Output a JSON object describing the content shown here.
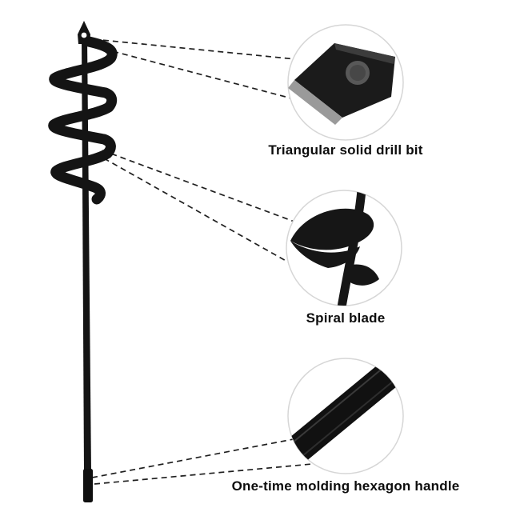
{
  "image": {
    "type": "product-callout-diagram",
    "subject": "garden auger drill bit",
    "callouts": [
      {
        "id": "drill-bit",
        "label": "Triangular solid drill bit"
      },
      {
        "id": "spiral-blade",
        "label": "Spiral blade"
      },
      {
        "id": "hexagon-handle",
        "label": "One-time molding hexagon handle"
      }
    ],
    "colors": {
      "background": "#ffffff",
      "product": "#141414",
      "label_text": "#0d0d0d",
      "callout_circle_border": "#d6d6d6",
      "leader_line": "#1f1f1f"
    }
  }
}
